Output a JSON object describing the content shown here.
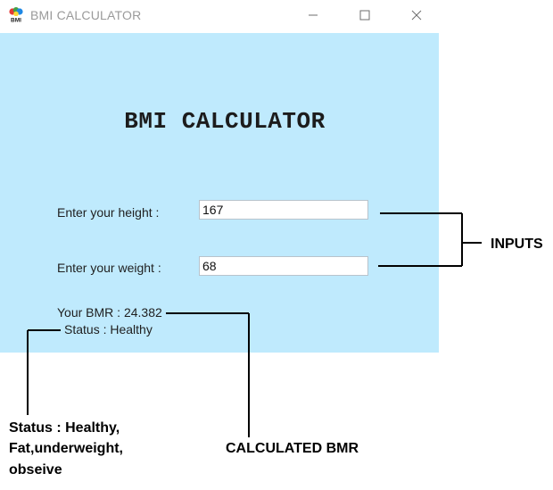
{
  "window": {
    "title": "BMI CALCULATOR",
    "app_icon": "bmi-app-icon",
    "controls": {
      "minimize": "minimize-icon",
      "maximize": "maximize-icon",
      "close": "close-icon"
    }
  },
  "app": {
    "heading": "BMI CALCULATOR",
    "height_label": "Enter your height :",
    "height_value": "167",
    "weight_label": "Enter your weight :",
    "weight_value": "68",
    "bmr_text": "Your BMR : 24.382",
    "status_text": "Status : Healthy"
  },
  "annotations": {
    "inputs": "INPUTS",
    "calculated_bmr": "CALCULATED BMR",
    "status_line1": "Status : Healthy,",
    "status_line2": "Fat,underweight,",
    "status_line3": "obseive"
  },
  "colors": {
    "client_background": "#bfeafd",
    "title_text": "#9a9a9a",
    "annotation_lines": "#000000"
  }
}
